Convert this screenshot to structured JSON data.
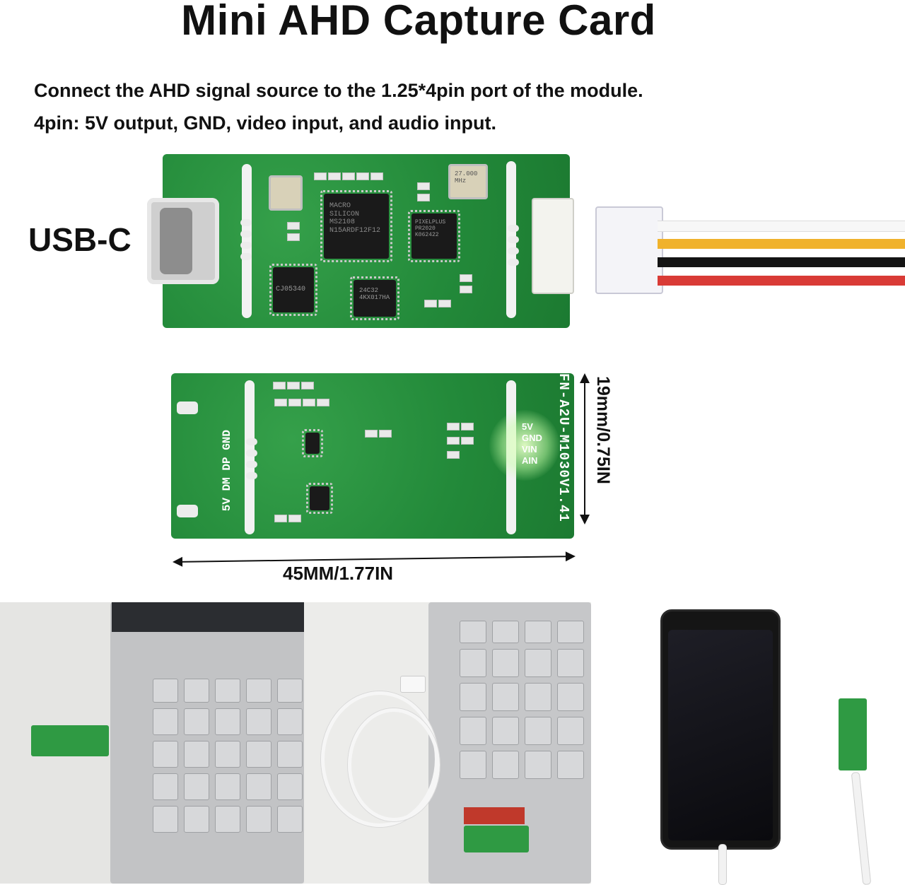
{
  "title": "Mini AHD Capture Card",
  "description": {
    "line1": "Connect the AHD signal source to the 1.25*4pin port of the module.",
    "line2": "4pin: 5V output, GND, video input, and audio input."
  },
  "labels": {
    "usb_c": "USB-C",
    "width": "45MM/1.77IN",
    "height": "19mm/0.75IN",
    "model": "FN-A2U-M1030V1.41"
  },
  "pins": [
    "5V",
    "GND",
    "VIN",
    "AIN"
  ],
  "chips": {
    "main": "MACRO\nSILICON\nMS2108\nN15ARDF12F12",
    "decoder": "PIXELPLUS\nPR2020\nK062422",
    "memory": "24C32\n4KX017HA",
    "usb_ic": "CJ05340",
    "crystal": "27.000\nMHz"
  },
  "colors": {
    "pcb": "#238a3a",
    "wire_white": "#f7f7f7",
    "wire_yellow": "#f0b22c",
    "wire_black": "#141414",
    "wire_red": "#d93b36"
  }
}
